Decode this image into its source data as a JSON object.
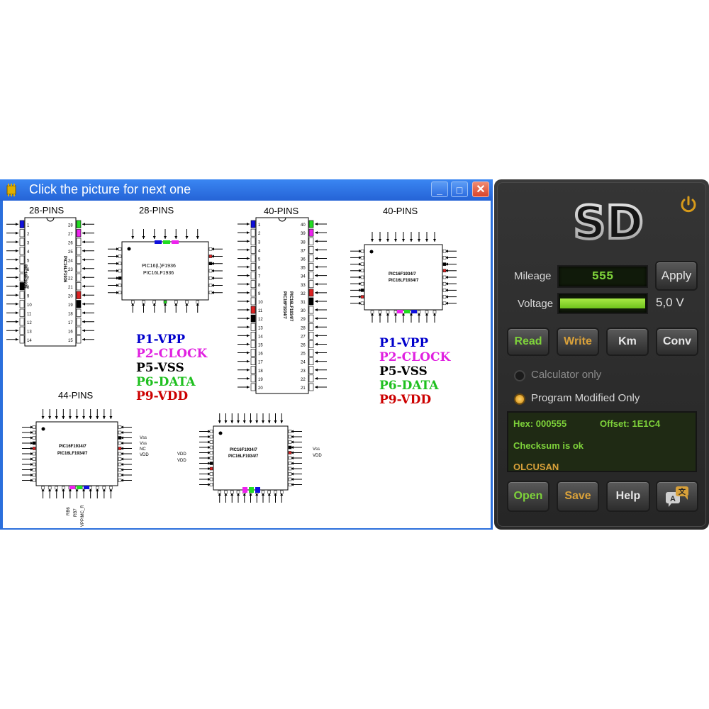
{
  "window": {
    "title": "Click the picture for next one",
    "buttons": {
      "minimize": "_",
      "maximize": "□",
      "close": "✕"
    }
  },
  "diagrams": {
    "titles": [
      "28-PINS",
      "28-PINS",
      "40-PINS",
      "40-PINS",
      "44-PINS"
    ],
    "chips": {
      "dip28_label_1": "PIC16F1936",
      "dip28_label_2": "PIC16LF1936",
      "qfn28_label_1": "PIC16(L)F1936",
      "qfn28_label_2": "PIC16LF1936",
      "dip40_label_1": "PIC16F1934/7",
      "dip40_label_2": "PIC16LF1934/7",
      "qfn40_label_1": "PIC16F1934/7",
      "qfn40_label_2": "PIC16LF1934/7",
      "tqfp44_label_1": "PIC16F1934/7",
      "tqfp44_label_2": "PIC16LF1934/7",
      "qfn44_label_1": "PIC16F1934/7",
      "qfn44_label_2": "PIC16LF1934/7"
    },
    "side_labels": {
      "vss": "Vss",
      "nc": "NC",
      "vdd": "VDD",
      "rb6": "RB6",
      "rb7": "RB7",
      "vpp": "VPP/MC_R"
    },
    "legend": [
      "P1-VPP",
      "P2-CLOCK",
      "P5-VSS",
      "P6-DATA",
      "P9-VDD"
    ],
    "legend_colors": [
      "#0000cc",
      "#e020e0",
      "#000000",
      "#20c020",
      "#cc0000"
    ]
  },
  "panel": {
    "logo": "SD",
    "mileage_label": "Mileage",
    "mileage_value": "555",
    "apply_label": "Apply",
    "voltage_label": "Voltage",
    "voltage_value": "5,0 V",
    "voltage_level": 1.0,
    "buttons_row1": [
      "Read",
      "Write",
      "Km",
      "Conv"
    ],
    "option_calculator": "Calculator only",
    "option_program": "Program Modified Only",
    "info": {
      "hex": "Hex: 000555",
      "offset": "Offset: 1E1C4",
      "checksum": "Checksum is ok",
      "user": "OLCUSAN"
    },
    "buttons_row2": [
      "Open",
      "Save",
      "Help"
    ],
    "accent_green": "#7ed23a",
    "accent_orange": "#d9a13a"
  }
}
